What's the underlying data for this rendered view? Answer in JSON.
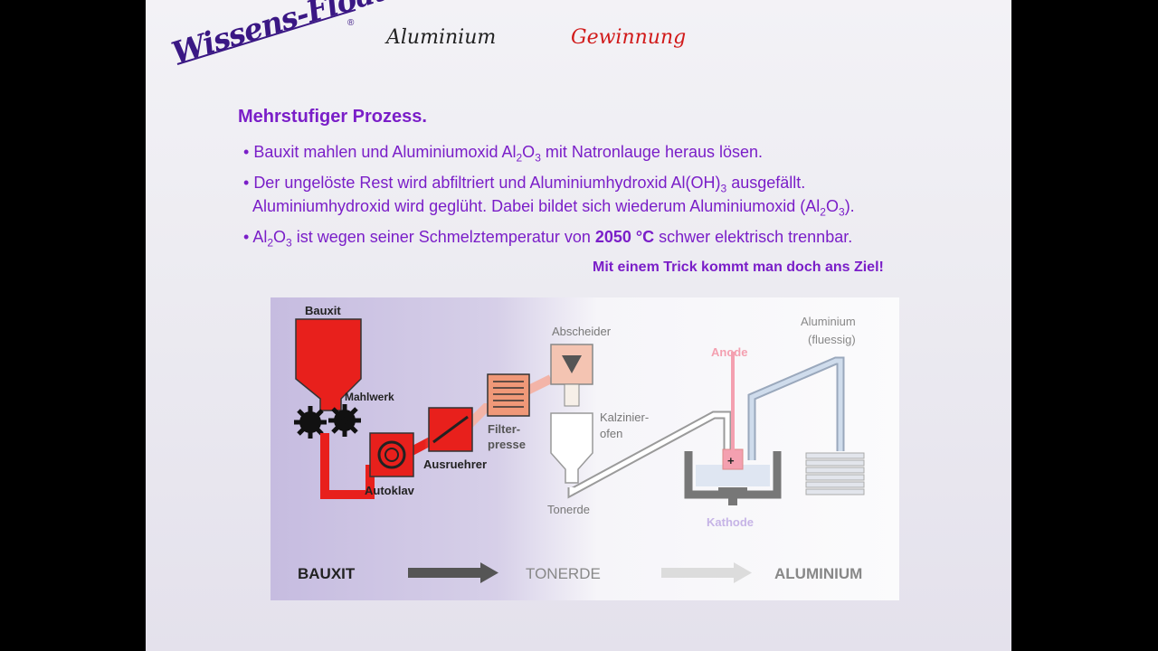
{
  "header": {
    "logo_text": "Wissens-Floater",
    "logo_mark": "®",
    "topic": "Aluminium",
    "subtopic": "Gewinnung"
  },
  "content": {
    "heading": "Mehrstufiger Prozess.",
    "bullets": [
      {
        "pre": "Bauxit mahlen und Aluminiumoxid Al",
        "s1": "2",
        "m1": "O",
        "s2": "3",
        "post": " mit Natronlauge heraus lösen."
      },
      {
        "pre": "Der ungelöste Rest wird abfiltriert und Aluminiumhydroxid Al(OH)",
        "s1": "3",
        "mid": " ausgefällt.",
        "line2_pre": "Aluminiumhydroxid wird geglüht. Dabei bildet sich wiederum Aluminiumoxid (Al",
        "l2_s1": "2",
        "l2_m": "O",
        "l2_s2": "3",
        "l2_post": ")."
      },
      {
        "pre": "Al",
        "s1": "2",
        "m1": "O",
        "s2": "3",
        "mid": " ist wegen seiner Schmelztemperatur von ",
        "bold": "2050 °C",
        "post": " schwer elektrisch trennbar."
      }
    ],
    "note": "Mit einem Trick kommt man doch ans Ziel!"
  },
  "diagram": {
    "labels": {
      "bauxit": "Bauxit",
      "mahlwerk": "Mahlwerk",
      "autoklav": "Autoklav",
      "ausruehrer": "Ausruehrer",
      "filterpresse_1": "Filter-",
      "filterpresse_2": "presse",
      "abscheider": "Abscheider",
      "kalzinierofen_1": "Kalzinier-",
      "kalzinierofen_2": "ofen",
      "tonerde": "Tonerde",
      "anode": "Anode",
      "kathode": "Kathode",
      "aluminium_1": "Aluminium",
      "aluminium_2": "(fluessig)",
      "plus": "+"
    },
    "bottom": {
      "stage1": "BAUXIT",
      "stage2": "TONERDE",
      "stage3": "ALUMINIUM"
    },
    "colors": {
      "red": "#e8201c",
      "salmon": "#f0a89a",
      "purple_panel": "#c9bfe0",
      "gray": "#777777",
      "pink": "#f4a0b0",
      "light_blue": "#c8d8ea"
    }
  }
}
